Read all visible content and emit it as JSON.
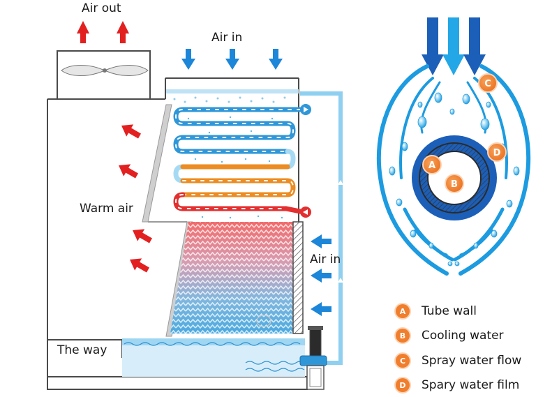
{
  "labels": {
    "air_out": "Air out",
    "air_in_top": "Air in",
    "air_in_side": "Air in",
    "warm_air": "Warm air",
    "the_way": "The way"
  },
  "detail_markers": {
    "a": "A",
    "b": "B",
    "c": "C",
    "d": "D"
  },
  "legend": [
    {
      "key": "A",
      "text": "Tube wall"
    },
    {
      "key": "B",
      "text": "Cooling water"
    },
    {
      "key": "C",
      "text": "Spray water flow"
    },
    {
      "key": "D",
      "text": "Spary water film"
    }
  ],
  "colors": {
    "outline": "#4a4a4a",
    "water": "#38a7e0",
    "water_light": "#a9dcf4",
    "hot_red": "#e42a2a",
    "warm_orange": "#e8831f",
    "air_blue": "#1c86d8",
    "badge_orange": "#f07e2c",
    "drop_blue": "#1c9be0"
  }
}
